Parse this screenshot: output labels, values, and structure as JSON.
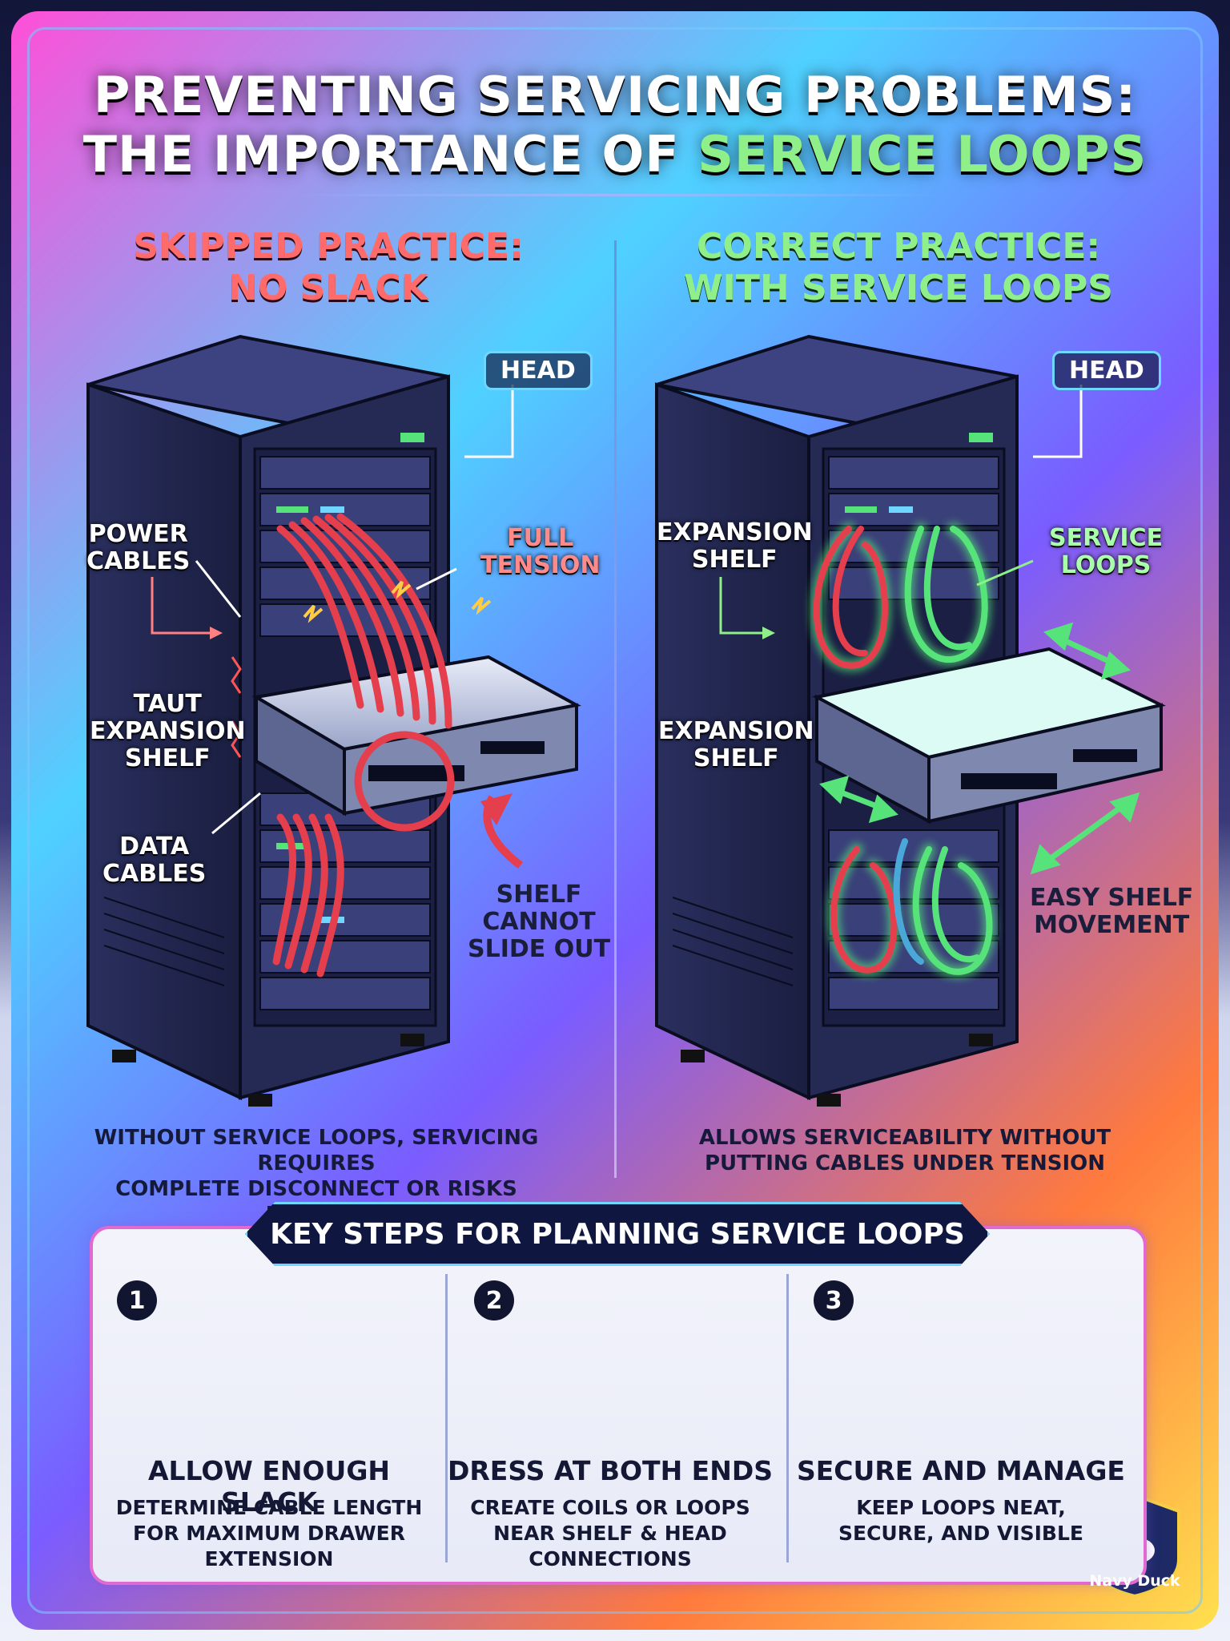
{
  "title": {
    "line1": "PREVENTING SERVICING PROBLEMS:",
    "line2_prefix": "THE IMPORTANCE OF",
    "line2_accent": "SERVICE LOOPS"
  },
  "left": {
    "heading_line1": "SKIPPED PRACTICE:",
    "heading_line2": "NO SLACK",
    "labels": {
      "head": "HEAD",
      "power_cables": [
        "POWER",
        "CABLES"
      ],
      "full_tension": [
        "FULL",
        "TENSION"
      ],
      "taut_shelf": [
        "TAUT",
        "EXPANSION",
        "SHELF"
      ],
      "data_cables": [
        "DATA",
        "CABLES"
      ],
      "cannot_slide": [
        "SHELF",
        "CANNOT",
        "SLIDE OUT"
      ]
    },
    "caption": [
      "WITHOUT SERVICE LOOPS, SERVICING REQUIRES",
      "COMPLETE DISCONNECT OR RISKS DAMAGE"
    ]
  },
  "right": {
    "heading_line1": "CORRECT PRACTICE:",
    "heading_line2": "WITH SERVICE LOOPS",
    "labels": {
      "head": "HEAD",
      "expansion_shelf_top": [
        "EXPANSION",
        "SHELF"
      ],
      "service_loops": [
        "SERVICE",
        "LOOPS"
      ],
      "expansion_shelf_mid": [
        "EXPANSION",
        "SHELF"
      ],
      "easy_movement": [
        "EASY SHELF",
        "MOVEMENT"
      ]
    },
    "caption": [
      "ALLOWS SERVICEABILITY WITHOUT",
      "PUTTING CABLES UNDER TENSION"
    ]
  },
  "steps_banner": "KEY STEPS FOR PLANNING SERVICE LOOPS",
  "steps": [
    {
      "num": "1",
      "title": "ALLOW ENOUGH SLACK",
      "desc": [
        "DETERMINE CABLE LENGTH",
        "FOR MAXIMUM DRAWER",
        "EXTENSION"
      ],
      "icon": "cable-ruler-icon"
    },
    {
      "num": "2",
      "title": "DRESS AT BOTH ENDS",
      "desc": [
        "CREATE COILS OR LOOPS",
        "NEAR SHELF & HEAD",
        "CONNECTIONS"
      ],
      "icon": "coiled-cable-icon"
    },
    {
      "num": "3",
      "title": "SECURE AND MANAGE",
      "desc": [
        "KEEP LOOPS NEAT,",
        "SECURE, AND VISIBLE"
      ],
      "icon": "cable-tie-icon"
    }
  ],
  "badge": "Navy Duck",
  "colors": {
    "red": "#ff6a6a",
    "green": "#8ff08a",
    "accent_blue": "#6fd6ff",
    "navy": "#0f1640"
  }
}
